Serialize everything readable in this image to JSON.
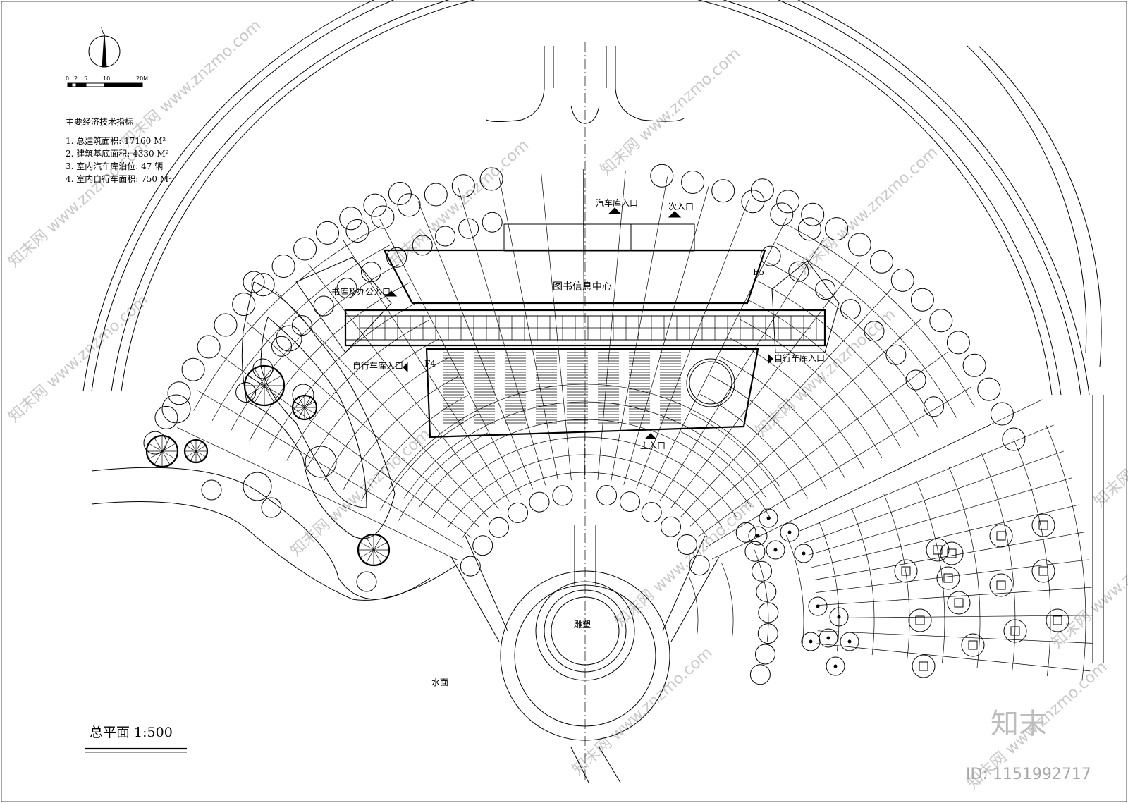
{
  "north_arrow": {
    "letter": "\\"
  },
  "scale_bar": {
    "ticks": [
      "0",
      "2",
      "5",
      "10",
      "20M"
    ]
  },
  "indicators": {
    "title": "主要经济技术指标",
    "items": [
      "1.  总建筑面积:  17160  M²",
      "2.  建筑基底面积:  4330  M²",
      "3.  室内汽车库泊位:  47  辆",
      "4.  室内自行车面积:  750  M²"
    ]
  },
  "labels": {
    "building": "图书信息中心",
    "floors_a": "F5",
    "floors_b": "F4",
    "garage_entry": "汽车库入口",
    "secondary_entry": "次入口",
    "library_office_entry": "书库及办公入口",
    "bike_entry_left": "自行车库入口",
    "bike_entry_right": "自行车库入口",
    "main_entry": "主入口",
    "sculpture": "雕塑",
    "water": "水面"
  },
  "drawing_title": "总平面  1:500",
  "watermark": {
    "text": "www.znzmo.com",
    "brand_text": "知末网",
    "logo": "知末",
    "id": "ID: 1151992717"
  }
}
